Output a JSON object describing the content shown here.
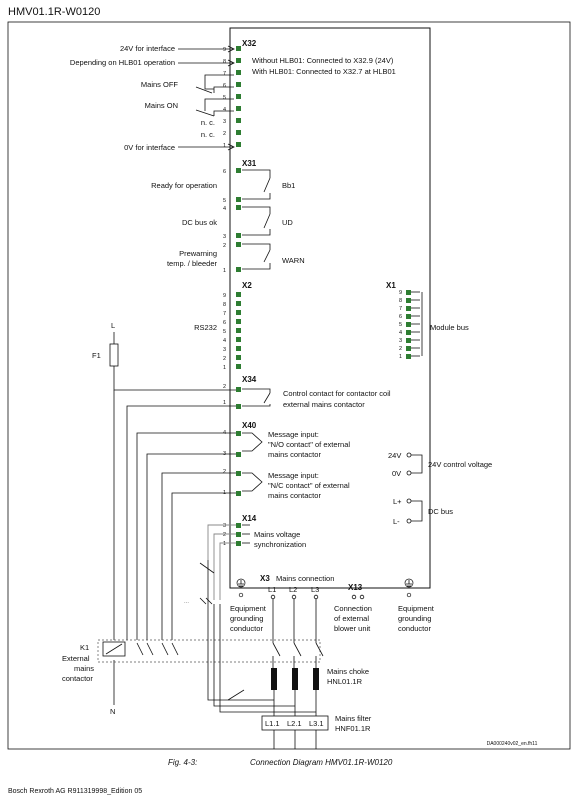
{
  "page": {
    "title": "HMV01.1R-W0120",
    "figure_number": "Fig. 4-3:",
    "figure_caption": "Connection Diagram HMV01.1R-W0120",
    "drawing_id": "DA000240v02_en.fh11",
    "footer": "Bosch Rexroth AG R911319998_Edition 05"
  },
  "x32": {
    "header": "X32",
    "left_labels": [
      "24V for interface",
      "Depending on HLB01 operation",
      "Mains OFF",
      "Mains ON",
      "n. c.",
      "n. c.",
      "0V for interface"
    ],
    "pins": [
      "9",
      "8",
      "7",
      "6",
      "5",
      "4",
      "3",
      "2",
      "1"
    ],
    "note_1": "Without HLB01: Connected to X32.9 (24V)",
    "note_2": "With HLB01: Connected to X32.7 at HLB01"
  },
  "x31": {
    "header": "X31",
    "labels": [
      "Ready for operation",
      "DC bus ok",
      "Prewarning",
      "temp. / bleeder"
    ],
    "contacts": [
      "Bb1",
      "UD",
      "WARN"
    ],
    "pins": [
      "6",
      "5",
      "4",
      "3",
      "2",
      "1"
    ]
  },
  "x2": {
    "header": "X2",
    "label": "RS232",
    "pins": [
      "9",
      "8",
      "7",
      "6",
      "5",
      "4",
      "3",
      "2",
      "1"
    ]
  },
  "x1": {
    "header": "X1",
    "label": "Module bus",
    "pins": [
      "9",
      "8",
      "7",
      "6",
      "5",
      "4",
      "3",
      "2",
      "1"
    ]
  },
  "supply": {
    "l_label": "L",
    "fuse_label": "F1",
    "n_label": "N",
    "k1_label": "K1",
    "k1_desc": [
      "External",
      "mains",
      "contactor"
    ]
  },
  "x34": {
    "header": "X34",
    "pins": [
      "2",
      "1"
    ],
    "desc": [
      "Control contact for contactor coil",
      "external mains contactor"
    ]
  },
  "x40": {
    "header": "X40",
    "pins": [
      "4",
      "3",
      "2",
      "1"
    ],
    "desc_no": [
      "Message input:",
      "\"N/O contact\" of external",
      "mains contactor"
    ],
    "desc_nc": [
      "Message input:",
      "\"N/C contact\" of external",
      "mains contactor"
    ]
  },
  "right_side": {
    "v24": "24V",
    "v0": "0V",
    "control_voltage": "24V control voltage",
    "lplus": "L+",
    "lminus": "L-",
    "dc_bus": "DC bus"
  },
  "x14": {
    "header": "X14",
    "pins": [
      "3",
      "2",
      "1"
    ],
    "desc": [
      "Mains voltage",
      "synchronization"
    ]
  },
  "x3": {
    "header": "X3",
    "title": "Mains connection",
    "terminals": [
      "L1",
      "L2",
      "L3"
    ]
  },
  "x13": {
    "header": "X13",
    "desc": [
      "Connection",
      "of external",
      "blower unit"
    ]
  },
  "grounding": {
    "desc": [
      "Equipment",
      "grounding",
      "conductor"
    ]
  },
  "choke": {
    "desc": [
      "Mains choke",
      "HNL01.1R"
    ]
  },
  "filter": {
    "terminals": [
      "L1.1",
      "L2.1",
      "L3.1"
    ],
    "desc": [
      "Mains filter",
      "HNF01.1R"
    ]
  }
}
